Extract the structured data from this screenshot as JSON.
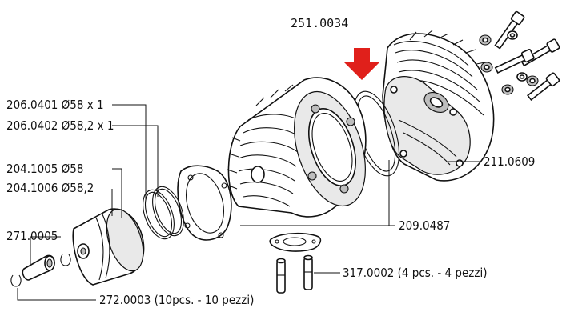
{
  "diagram": {
    "title": "251.0034",
    "labels": {
      "ring_58": "206.0401 Ø58 x 1",
      "ring_582": "206.0402 Ø58,2 x 1",
      "piston_58": "204.1005 Ø58",
      "piston_582": "204.1006 Ø58,2",
      "pin": "271.0005",
      "circlip": "272.0003 (10pcs. - 10 pezzi)",
      "head": "211.0609",
      "gasket": "209.0487",
      "studs": "317.0002 (4 pcs. - 4 pezzi)"
    },
    "colors": {
      "arrow": "#e0201b",
      "line": "#111111",
      "text": "#111111"
    },
    "icons": {
      "pointer": "down-arrow-icon"
    }
  }
}
